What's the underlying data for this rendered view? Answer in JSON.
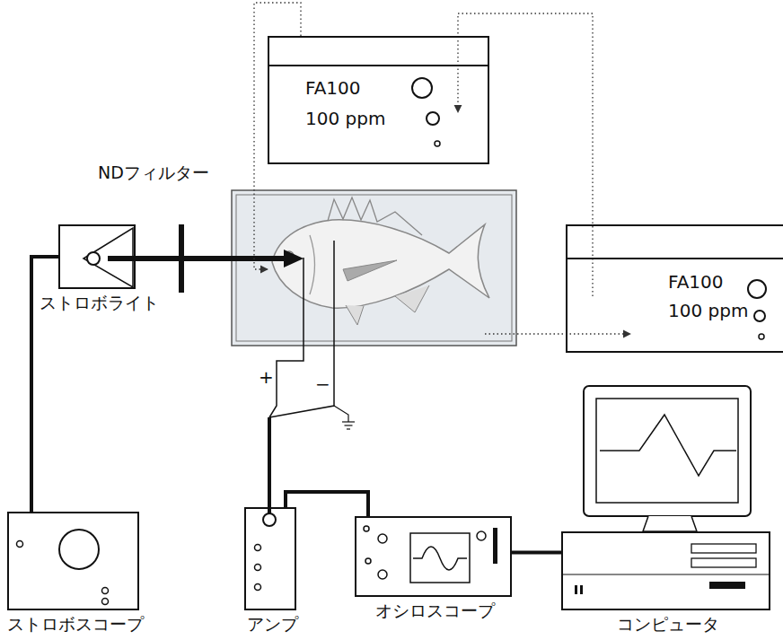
{
  "diagram": {
    "nodes": [
      {
        "text": [
          "FA100",
          "100 ppm"
        ]
      },
      {
        "text": [
          "FA100",
          "100 ppm"
        ]
      },
      {
        "text": [
          "ストロボライト"
        ]
      },
      {
        "text": [
          "ストロボスコープ"
        ]
      },
      {
        "text": [
          "アンプ"
        ]
      },
      {
        "text": [
          "オシロスコープ"
        ]
      },
      {
        "text": [
          "コンピュータ"
        ]
      }
    ],
    "edges": [
      {
        "from": 3,
        "to": 2,
        "arrow": "none"
      },
      {
        "from": 4,
        "to": 5,
        "arrow": "none"
      },
      {
        "from": 5,
        "to": 6,
        "arrow": "none"
      }
    ],
    "labels": [
      "NDフィルター",
      "+",
      "−"
    ]
  }
}
